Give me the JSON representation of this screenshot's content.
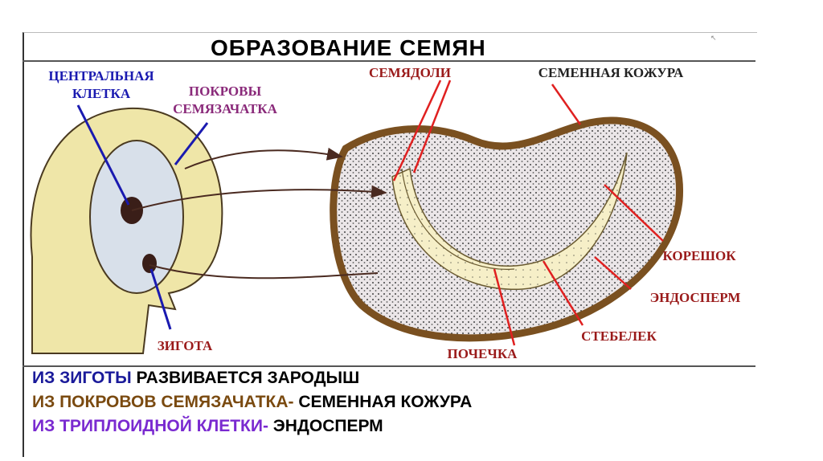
{
  "title": "ОБРАЗОВАНИЕ СЕМЯН",
  "labels": {
    "central_cell": "ЦЕНТРАЛЬНАЯ КЛЕТКА",
    "ovule_integuments": "ПОКРОВЫ СЕМЯЗАЧАТКА",
    "zygote": "ЗИГОТА",
    "cotyledons": "СЕМЯДОЛИ",
    "seed_coat": "СЕМЕННАЯ КОЖУРА",
    "radicle": "КОРЕШОК",
    "endosperm": "ЭНДОСПЕРМ",
    "stem": "СТЕБЕЛЕК",
    "bud": "ПОЧЕЧКА"
  },
  "summary": [
    {
      "lead": "ИЗ ЗИГОТЫ",
      "rest": " РАЗВИВАЕТСЯ ЗАРОДЫШ",
      "color": "#1a1a9a"
    },
    {
      "lead": "ИЗ ПОКРОВОВ СЕМЯЗАЧАТКА-",
      "rest": " СЕМЕННАЯ КОЖУРА",
      "color": "#7a4a10"
    },
    {
      "lead": "ИЗ ТРИПЛОИДНОЙ КЛЕТКИ-",
      "rest": " ЭНДОСПЕРМ",
      "color": "#7a2ad0"
    }
  ]
}
